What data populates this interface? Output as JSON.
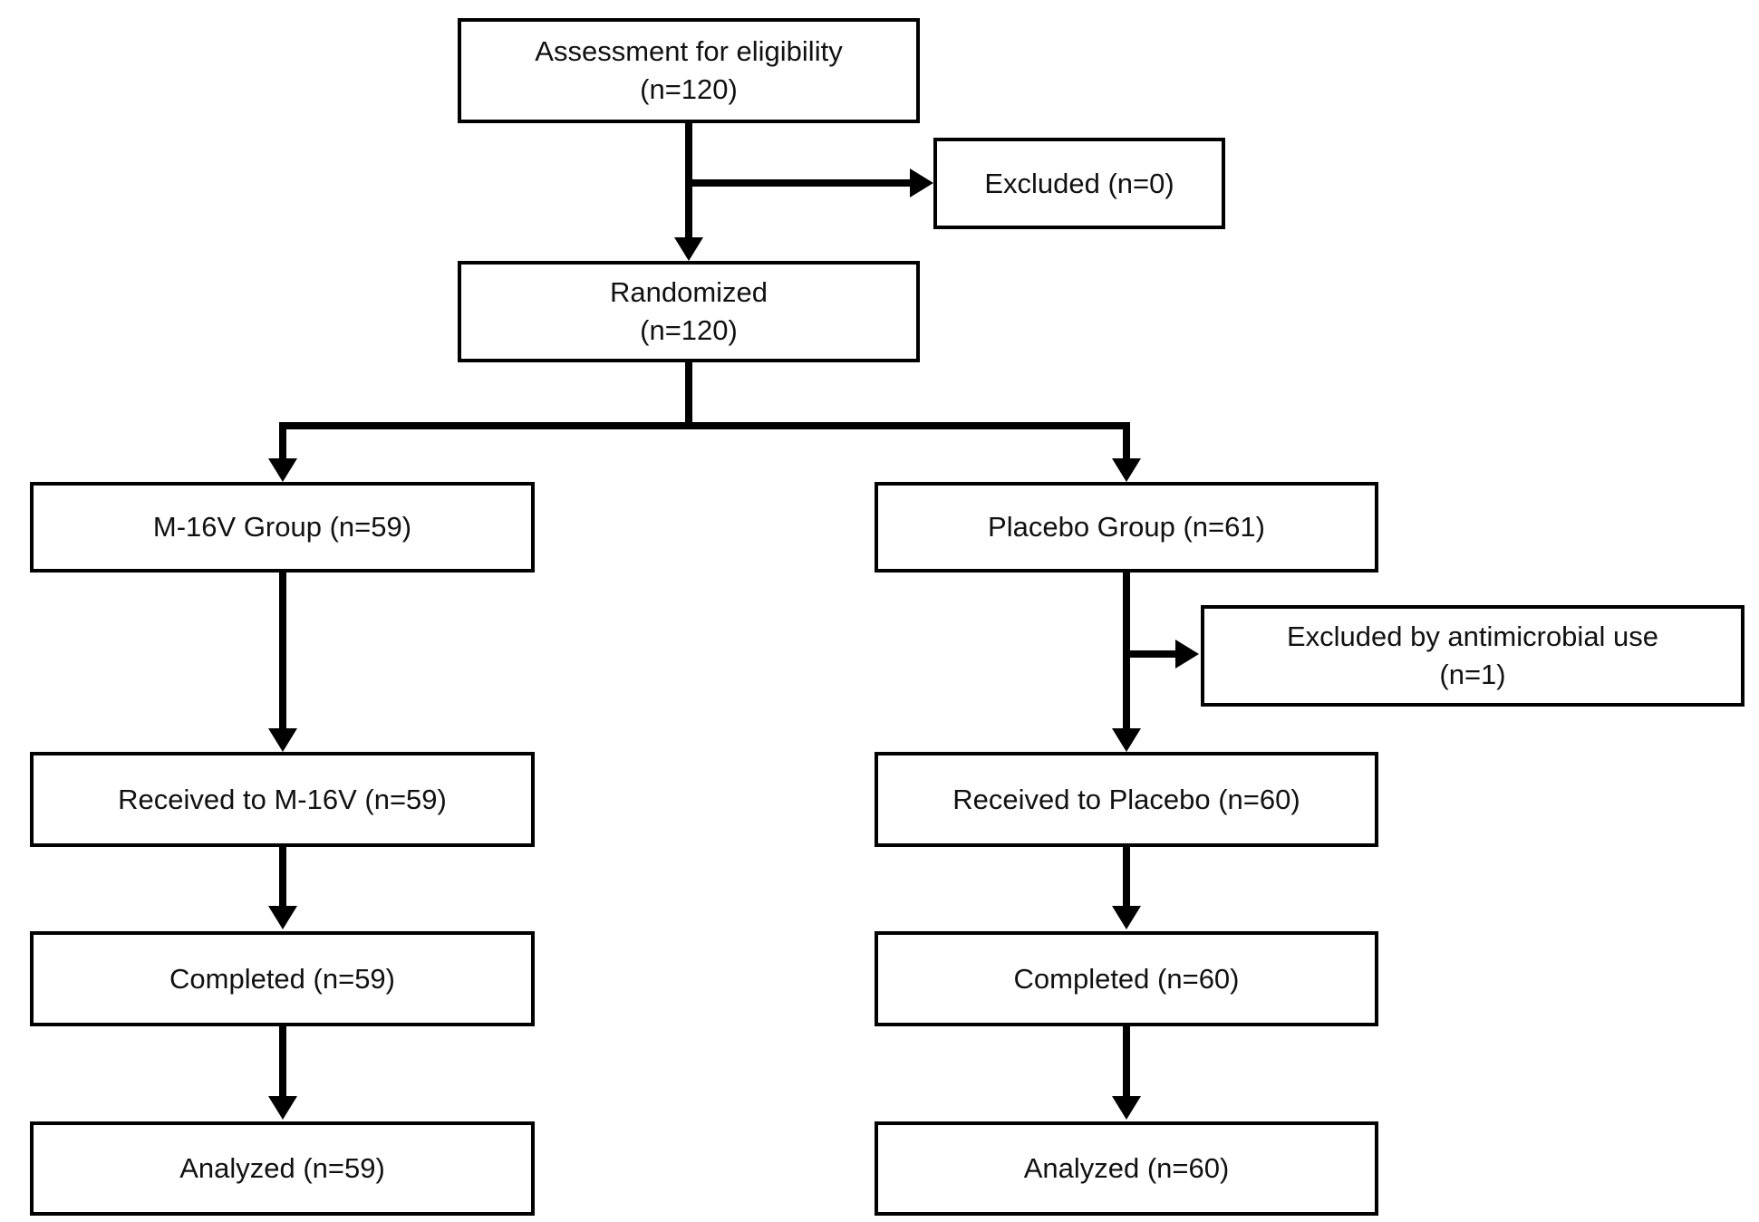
{
  "flowchart": {
    "kind": "participant-flow-diagram",
    "colors": {
      "background": "#ffffff",
      "box_fill": "#ffffff",
      "box_border": "#000000",
      "connector": "#000000",
      "text": "#111111"
    },
    "nodes": {
      "assessment": {
        "line1": "Assessment for eligibility",
        "line2": "(n=120)"
      },
      "excluded_initial": {
        "line1": "Excluded (n=0)"
      },
      "randomized": {
        "line1": "Randomized",
        "line2": "(n=120)"
      },
      "m16v_group": {
        "line1": "M-16V Group (n=59)"
      },
      "placebo_group": {
        "line1": "Placebo Group (n=61)"
      },
      "excluded_antimicrobial": {
        "line1": "Excluded by antimicrobial use",
        "line2": "(n=1)"
      },
      "received_m16v": {
        "line1": "Received to M-16V (n=59)"
      },
      "received_placebo": {
        "line1": "Received to Placebo (n=60)"
      },
      "completed_m16v": {
        "line1": "Completed (n=59)"
      },
      "completed_placebo": {
        "line1": "Completed (n=60)"
      },
      "analyzed_m16v": {
        "line1": "Analyzed (n=59)"
      },
      "analyzed_placebo": {
        "line1": "Analyzed (n=60)"
      }
    },
    "edges": [
      {
        "from": "assessment",
        "to": "excluded_initial"
      },
      {
        "from": "assessment",
        "to": "randomized"
      },
      {
        "from": "randomized",
        "to": "m16v_group"
      },
      {
        "from": "randomized",
        "to": "placebo_group"
      },
      {
        "from": "m16v_group",
        "to": "received_m16v"
      },
      {
        "from": "placebo_group",
        "to": "excluded_antimicrobial"
      },
      {
        "from": "placebo_group",
        "to": "received_placebo"
      },
      {
        "from": "received_m16v",
        "to": "completed_m16v"
      },
      {
        "from": "received_placebo",
        "to": "completed_placebo"
      },
      {
        "from": "completed_m16v",
        "to": "analyzed_m16v"
      },
      {
        "from": "completed_placebo",
        "to": "analyzed_placebo"
      }
    ]
  }
}
